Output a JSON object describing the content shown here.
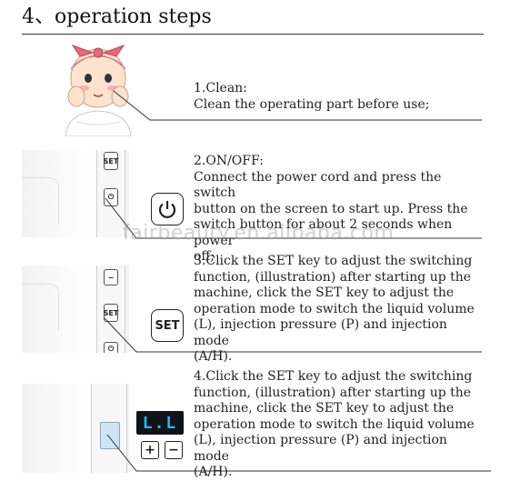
{
  "heading": "4、operation steps",
  "watermark": "fairbeauty.en.alibaba.com",
  "steps": [
    {
      "title": "1.Clean:",
      "lines": [
        "Clean the operating part before use;"
      ]
    },
    {
      "title": "2.ON/OFF:",
      "lines": [
        "Connect the power cord and press the switch",
        "button on the screen to start up. Press the",
        "switch button for about 2 seconds when power",
        "off;"
      ],
      "key_label": "SET"
    },
    {
      "title": "3.Click the SET key to adjust the switching",
      "lines": [
        "function, (illustration) after starting up the",
        "machine, click the SET key to adjust the",
        "operation mode to switch the liquid volume",
        "(L), injection pressure (P) and injection mode",
        "(A/H)."
      ],
      "key_label": "SET",
      "mini_label": "SET"
    },
    {
      "title": "4.Click the SET key to adjust the switching",
      "lines": [
        "function, (illustration) after starting up the",
        "machine, click the SET key to adjust the",
        "operation mode to switch the liquid volume",
        "(L), injection pressure (P) and injection mode",
        "(A/H)."
      ],
      "display_text": "L.L",
      "plus_label": "+",
      "minus_label": "−"
    }
  ],
  "colors": {
    "display_bg": "#101418",
    "display_fg": "#35b3e6",
    "skin": "#fde3cf",
    "bow": "#e86a7a"
  }
}
